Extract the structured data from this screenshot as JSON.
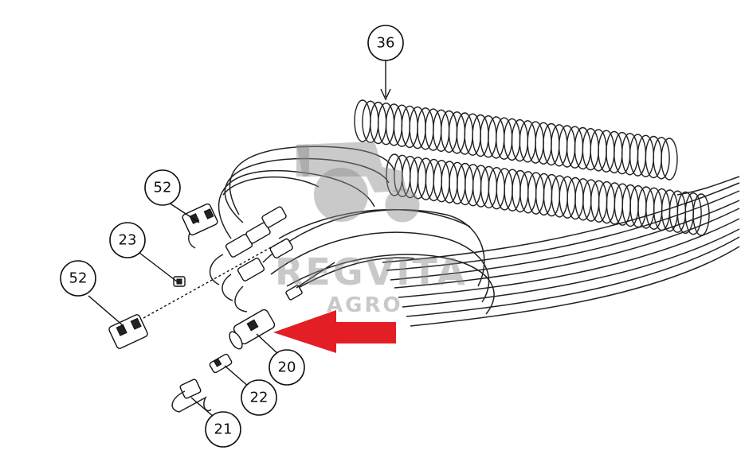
{
  "callouts": [
    {
      "id": "c36",
      "label": "36"
    },
    {
      "id": "c52a",
      "label": "52"
    },
    {
      "id": "c23",
      "label": "23"
    },
    {
      "id": "c52b",
      "label": "52"
    },
    {
      "id": "c20",
      "label": "20"
    },
    {
      "id": "c22",
      "label": "22"
    },
    {
      "id": "c21",
      "label": "21"
    }
  ],
  "watermark": {
    "brand": "REGVITA",
    "sub": "AGRO"
  },
  "colors": {
    "arrow": "#e31e24",
    "line": "#222222",
    "watermark": "#8a8a8a"
  }
}
